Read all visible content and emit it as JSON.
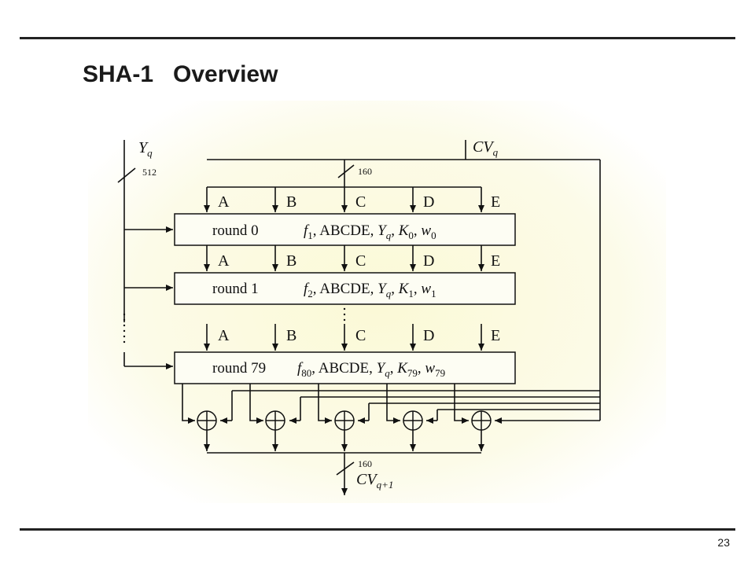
{
  "slide": {
    "title": "SHA-1   Overview",
    "page_number": "23"
  },
  "diagram": {
    "input_block_label": "Y",
    "input_block_sub": "q",
    "input_width": "512",
    "chain_in_label": "CV",
    "chain_in_sub": "q",
    "chain_in_width": "160",
    "registers": [
      "A",
      "B",
      "C",
      "D",
      "E"
    ],
    "rounds": [
      {
        "name": "round 0",
        "f": "f",
        "f_sub": "1",
        "sep1": ", ABCDE, ",
        "y": "Y",
        "y_sub": "q",
        "k": "K",
        "k_sub": "0",
        "w": "w",
        "w_sub": "0"
      },
      {
        "name": "round 1",
        "f": "f",
        "f_sub": "2",
        "sep1": ", ABCDE, ",
        "y": "Y",
        "y_sub": "q",
        "k": "K",
        "k_sub": "1",
        "w": "w",
        "w_sub": "1"
      },
      {
        "name": "round 79",
        "f": "f",
        "f_sub": "80",
        "sep1": ", ABCDE, ",
        "y": "Y",
        "y_sub": "q",
        "k": "K",
        "k_sub": "79",
        "w": "w",
        "w_sub": "79"
      }
    ],
    "chain_out_label": "CV",
    "chain_out_sub": "q+1",
    "chain_out_width": "160",
    "colors": {
      "background_glow": "#fbf9dd",
      "line": "#111111"
    }
  }
}
